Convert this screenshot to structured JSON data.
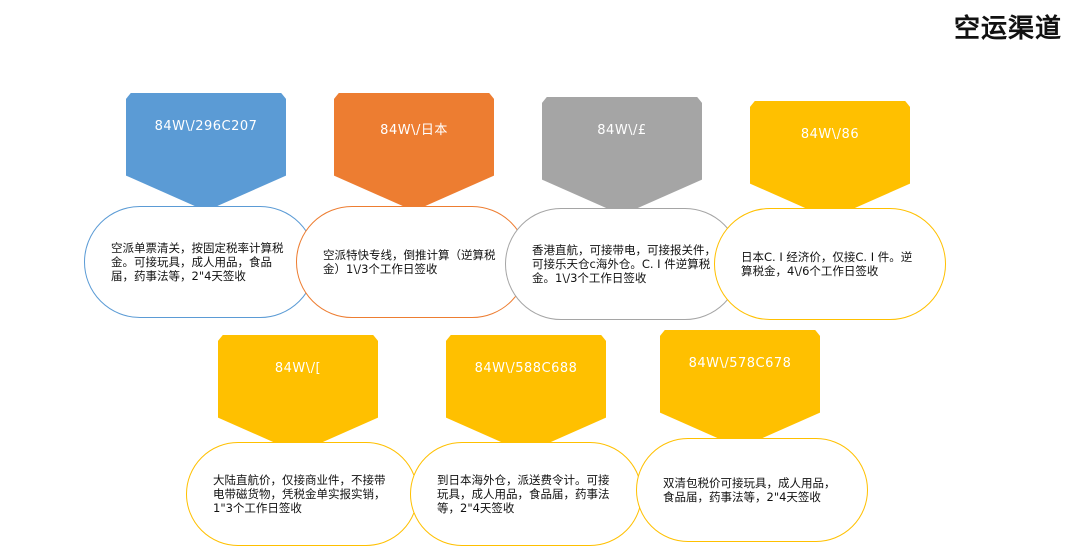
{
  "page": {
    "title": "空运渠道"
  },
  "channels": [
    {
      "code": "84W\\/296C207",
      "description": "空派单票清关，按固定税率计算税金。可接玩具，成人用品，食品届，药事法等，2\"4天签收",
      "color": "#5B9BD5"
    },
    {
      "code": "84W\\/日本",
      "description": "空派特快专线，倒推计算（逆算税金）1\\/3个工作日签收",
      "color": "#ED7D31"
    },
    {
      "code": "84W\\/£",
      "description": "香港直航，可接带电，可接报关件，可接乐天仓c海外仓。C. I 件逆算税金。1\\/3个工作日签收",
      "color": "#A5A5A5"
    },
    {
      "code": "84W\\/86",
      "description": "日本C. I 经济价，仅接C. I 件。逆算税金，4\\/6个工作日签收",
      "color": "#FFC000"
    },
    {
      "code": "84W\\/[",
      "description": "大陆直航价，仅接商业件，不接带电带磁货物，凭税金单实报实销，1\"3个工作日签收",
      "color": "#FFC000"
    },
    {
      "code": "84W\\/588C688",
      "description": "到日本海外仓，派送费令计。可接玩具，成人用品，食品届，药事法等，2\"4天签收",
      "color": "#FFC000"
    },
    {
      "code": "84W\\/578C678",
      "description": "双清包税价可接玩具，成人用品，食品届，药事法等，2\"4天签收",
      "color": "#FFC000"
    }
  ]
}
